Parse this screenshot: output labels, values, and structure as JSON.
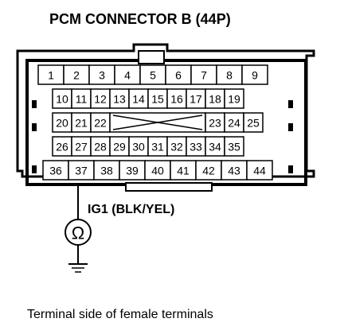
{
  "title": "PCM CONNECTOR B (44P)",
  "connector": {
    "rows": [
      [
        "1",
        "2",
        "3",
        "4",
        "5",
        "6",
        "7",
        "8",
        "9"
      ],
      [
        "10",
        "11",
        "12",
        "13",
        "14",
        "15",
        "16",
        "17",
        "18",
        "19"
      ],
      [
        "20",
        "21",
        "22",
        "",
        "23",
        "24",
        "25"
      ],
      [
        "26",
        "27",
        "28",
        "29",
        "30",
        "31",
        "32",
        "33",
        "34",
        "35"
      ],
      [
        "36",
        "37",
        "38",
        "39",
        "40",
        "41",
        "42",
        "43",
        "44"
      ]
    ]
  },
  "wire_label": "IG1 (BLK/YEL)",
  "meter_symbol": "Ω",
  "meter_icon": "ohmmeter-icon",
  "ground_icon": "ground-icon",
  "caption": "Terminal side of female terminals"
}
